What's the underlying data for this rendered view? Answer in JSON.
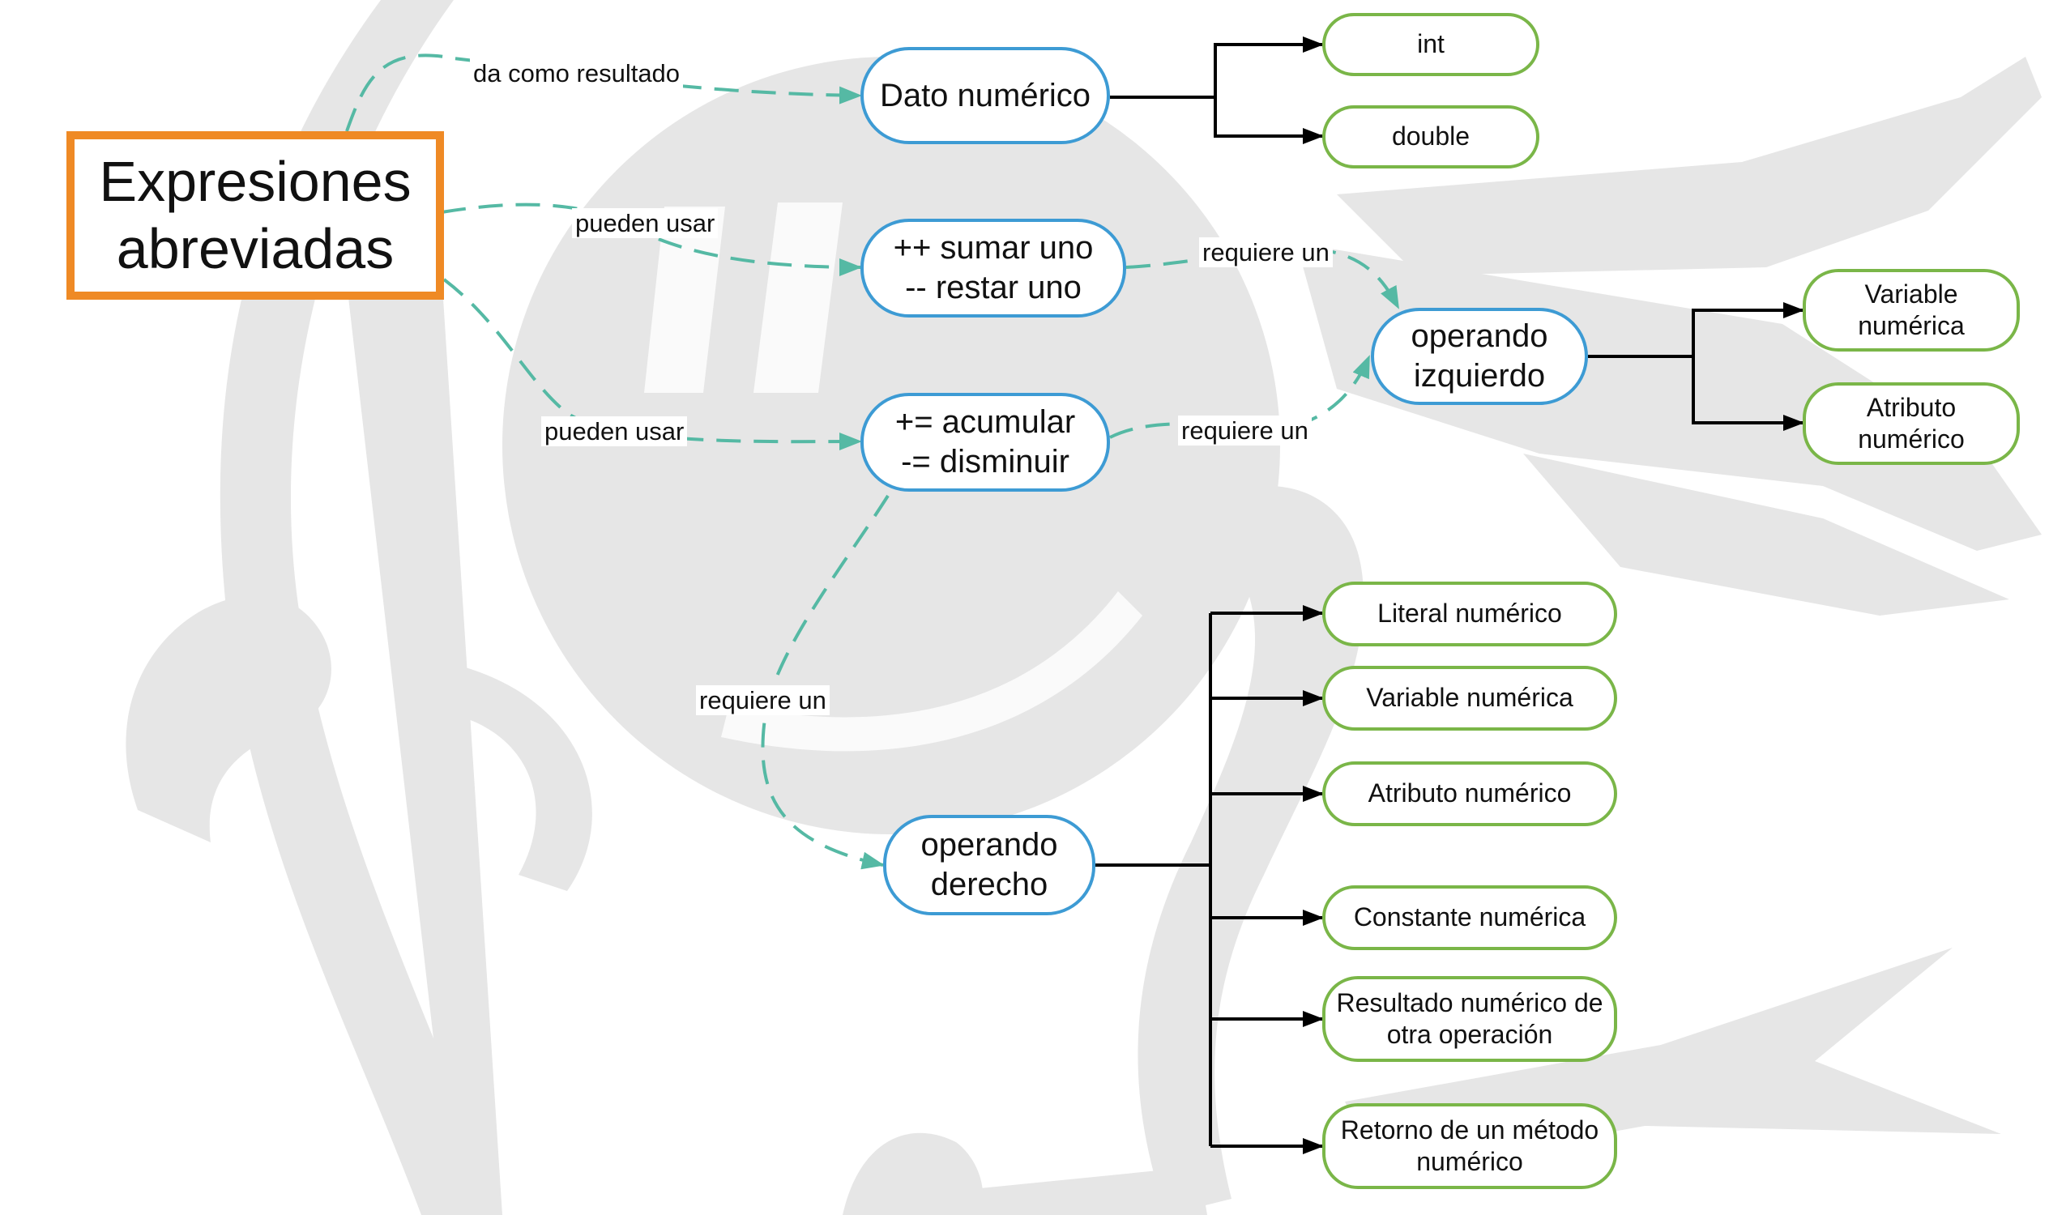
{
  "title": {
    "line1": "Expresiones",
    "line2": "abreviadas"
  },
  "nodes": {
    "dato": "Dato numérico",
    "inc_line1": "++ sumar uno",
    "inc_line2": "-- restar uno",
    "acc_line1": "+= acumular",
    "acc_line2": "-= disminuir",
    "izq_line1": "operando",
    "izq_line2": "izquierdo",
    "der_line1": "operando",
    "der_line2": "derecho",
    "int": "int",
    "double": "double",
    "izq_var_line1": "Variable",
    "izq_var_line2": "numérica",
    "izq_attr_line1": "Atributo",
    "izq_attr_line2": "numérico",
    "literal": "Literal numérico",
    "der_var": "Variable numérica",
    "der_attr": "Atributo numérico",
    "constante": "Constante numérica",
    "resultado_line1": "Resultado numérico de",
    "resultado_line2": "otra operación",
    "retorno_line1": "Retorno de un método",
    "retorno_line2": "numérico"
  },
  "edge_labels": {
    "resultado": "da como resultado",
    "usar1": "pueden usar",
    "usar2": "pueden usar",
    "requiere1": "requiere un",
    "requiere2": "requiere un",
    "requiere3": "requiere un"
  },
  "colors": {
    "title_border": "#ef8a25",
    "concept_border": "#3d9bd4",
    "leaf_border": "#7ab648",
    "dashed_edge": "#55b9a4",
    "solid_edge": "#000000",
    "watermark": "#e6e6e6"
  }
}
